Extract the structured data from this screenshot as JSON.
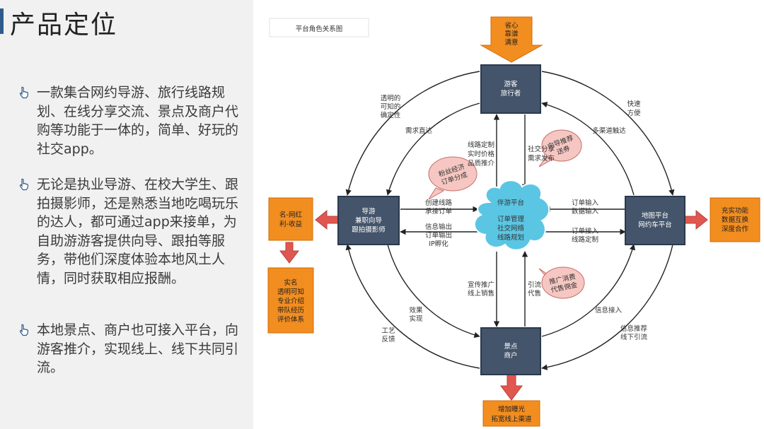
{
  "page": {
    "title": "产品定位",
    "bullets": [
      "一款集合网约导游、旅行线路规划、在线分享交流、景点及商户代购等功能于一体的，简单、好玩的社交app。",
      "无论是执业导游、在校大学生、跟拍摄影师，还是熟悉当地吃喝玩乐的达人，都可通过app来接单，为自助游游客提供向导、跟拍等服务，带他们深度体验本地风土人情，同时获取相应报酬。",
      "本地景点、商户也可接入平台，向游客推介，实现线上、线下共同引流。"
    ]
  },
  "diagram": {
    "caption": "平台角色关系图",
    "nodes": {
      "tourist": [
        "游客",
        "旅行者"
      ],
      "guide": [
        "导游",
        "兼职向导",
        "跟拍摄影师"
      ],
      "map": [
        "地图平台",
        "网约车平台"
      ],
      "scenic": [
        "景点",
        "商户"
      ],
      "platform_title": "伴游平台",
      "platform_sub": [
        "订单管理",
        "社交网络",
        "线路规划"
      ]
    },
    "outcomes": {
      "tourist": [
        "省心",
        "靠谱",
        "满意"
      ],
      "guide_name": [
        "名-网红",
        "利-收益"
      ],
      "guide_real": [
        "实名",
        "透明可知",
        "专业介绍",
        "带队经历",
        "评价体系"
      ],
      "map": [
        "充实功能",
        "数据互换",
        "深度合作"
      ],
      "scenic": [
        "增加曝光",
        "拓宽线上渠道"
      ]
    },
    "bubbles": {
      "fans": [
        "粉丝经济",
        "订单分成"
      ],
      "recommend": [
        "向导推荐",
        "送券"
      ],
      "promo": [
        "推广消费",
        "代售佣金"
      ]
    },
    "labels": {
      "transparent": [
        "透明的",
        "可知的",
        "确定性"
      ],
      "demand_direct": "需求直达",
      "quick": [
        "快速",
        "方便"
      ],
      "multichannel": "多渠道触达",
      "route_custom": [
        "线路定制",
        "实时价格",
        "品质推介"
      ],
      "social_share": [
        "社交分享",
        "需求发布"
      ],
      "create_route": [
        "创建线路",
        "承接订单"
      ],
      "info_out": [
        "信息输出",
        "订单输出",
        "IP孵化"
      ],
      "order_in": [
        "订单输入",
        "数据输入"
      ],
      "order_access": [
        "订单接入",
        "线路定制"
      ],
      "promote": [
        "宣传推广",
        "线上销售"
      ],
      "traffic": [
        "引流",
        "代售"
      ],
      "effect": [
        "效果",
        "实现"
      ],
      "craft": [
        "工艺",
        "反馈"
      ],
      "info_access": "信息接入",
      "info_recommend": [
        "信息推荐",
        "线下引流"
      ]
    },
    "colors": {
      "node_fill": "#44546a",
      "node_border": "#2b3a4d",
      "outcome_fill": "#f28d1f",
      "outcome_border": "#d06d0b",
      "cloud_fill": "#5bc6e3",
      "bubble_fill": "#f6c7c2",
      "bubble_border": "#c76e69",
      "arrow_red": "#e05750",
      "title_accent": "#2e5b8a"
    }
  }
}
